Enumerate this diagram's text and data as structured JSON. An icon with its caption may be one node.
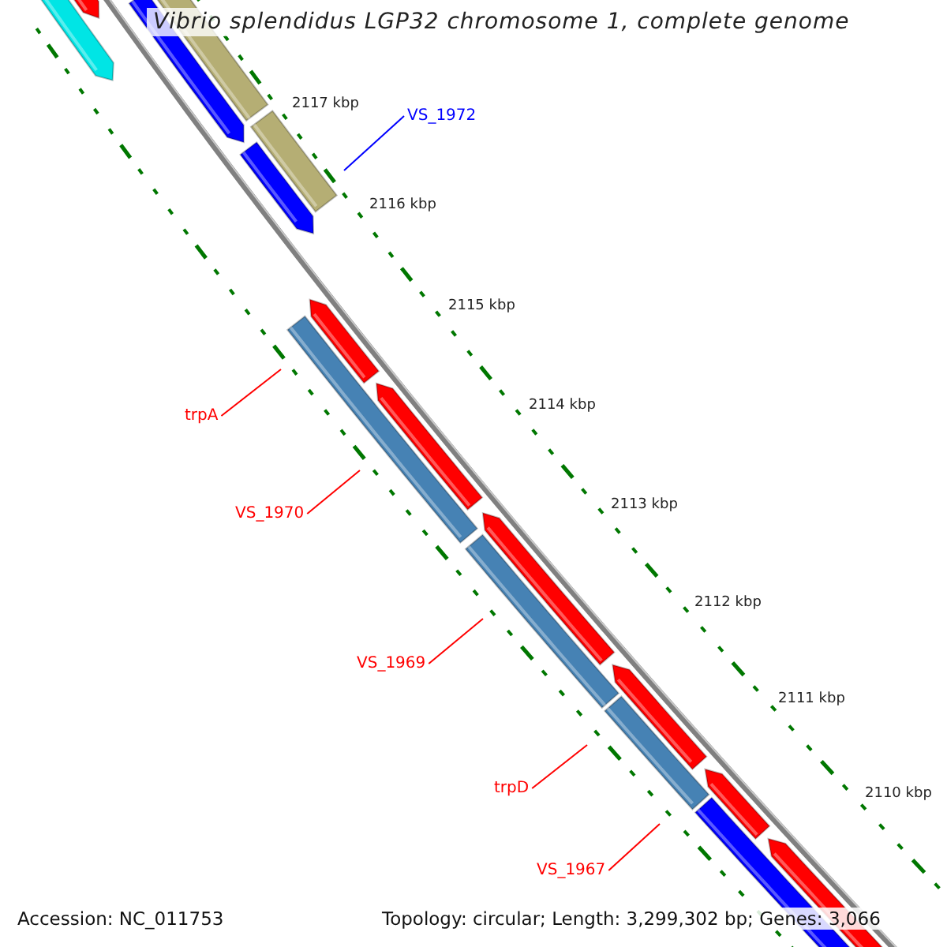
{
  "diagram": {
    "title": "Vibrio splendidus LGP32 chromosome 1, complete genome",
    "nodes": [
      {
        "text": [
          "VS_1972"
        ]
      },
      {
        "text": [
          "trpA"
        ]
      },
      {
        "text": [
          "VS_1970"
        ]
      },
      {
        "text": [
          "VS_1969"
        ]
      },
      {
        "text": [
          "trpD"
        ]
      },
      {
        "text": [
          "VS_1967"
        ]
      }
    ],
    "edges": [
      {
        "from": 0,
        "to": null,
        "arrow": "none",
        "color": "#0000ff"
      },
      {
        "from": 1,
        "to": null,
        "arrow": "none"
      },
      {
        "from": 2,
        "to": null,
        "arrow": "none"
      },
      {
        "from": 3,
        "to": null,
        "arrow": "none"
      },
      {
        "from": 4,
        "to": null,
        "arrow": "none"
      },
      {
        "from": 5,
        "to": null,
        "arrow": "none"
      }
    ],
    "labels": [
      "2117 kbp",
      "2116 kbp",
      "2115 kbp",
      "2114 kbp",
      "2113 kbp",
      "2112 kbp",
      "2111 kbp",
      "2110 kbp",
      "Accession: NC_011753",
      "Topology: circular; Length: 3,299,302 bp; Genes: 3,066"
    ]
  }
}
